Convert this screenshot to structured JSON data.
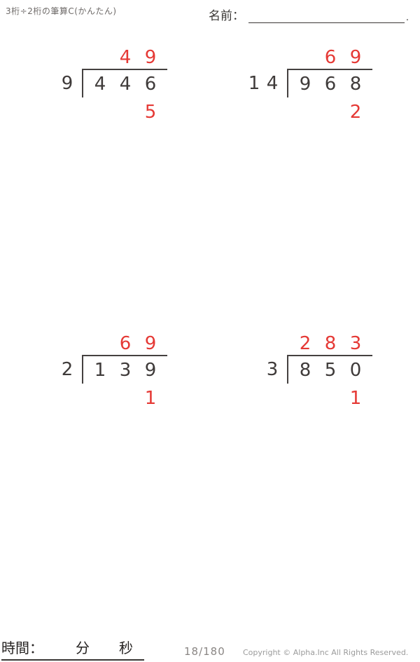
{
  "page": {
    "title": "3桁÷2桁の筆算C(かんたん)",
    "name_label": "名前：",
    "name_suffix": "."
  },
  "footer": {
    "time_label": "時間：",
    "minutes_label": "分",
    "seconds_label": "秒",
    "page_number": "18/180",
    "copyright": "Copyright © Alpha.Inc All Rights Reserved."
  },
  "colors": {
    "accent_red": "#e53935",
    "ink": "#3f3b3a",
    "line": "#454140",
    "muted": "#8a8684",
    "muted_title": "#6e6a68",
    "copyright_gray": "#9b9b9b"
  },
  "problems": [
    {
      "divisor": [
        "",
        "9"
      ],
      "dividend": [
        "4",
        "4",
        "6"
      ],
      "quotient": [
        "",
        "4",
        "9"
      ],
      "remainder": [
        "",
        "",
        "5"
      ]
    },
    {
      "divisor": [
        "1",
        "4"
      ],
      "dividend": [
        "9",
        "6",
        "8"
      ],
      "quotient": [
        "",
        "6",
        "9"
      ],
      "remainder": [
        "",
        "",
        "2"
      ]
    },
    {
      "divisor": [
        "",
        "2"
      ],
      "dividend": [
        "1",
        "3",
        "9"
      ],
      "quotient": [
        "",
        "6",
        "9"
      ],
      "remainder": [
        "",
        "",
        "1"
      ]
    },
    {
      "divisor": [
        "",
        "3"
      ],
      "dividend": [
        "8",
        "5",
        "0"
      ],
      "quotient": [
        "2",
        "8",
        "3"
      ],
      "remainder": [
        "",
        "",
        "1"
      ]
    }
  ]
}
